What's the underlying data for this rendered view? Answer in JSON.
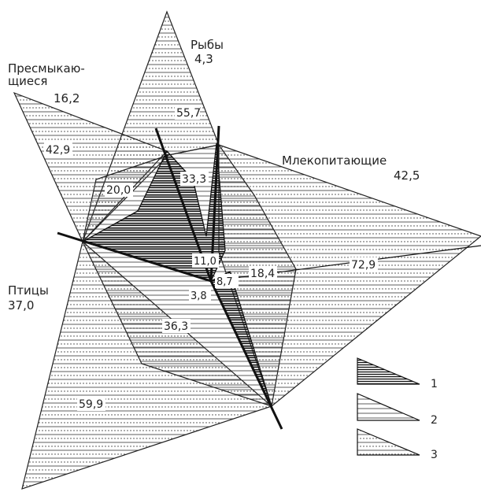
{
  "categories": [
    {
      "name": "Рыбы",
      "value": "4,3"
    },
    {
      "name_line1": "Пресмыкаю-",
      "name_line2": "щиеся",
      "value": "16,2"
    },
    {
      "name": "Млекопитающие",
      "value": "42,5"
    },
    {
      "name": "Птицы",
      "value": "37,0"
    }
  ],
  "values": {
    "fish_outer": "55,7",
    "reptile_outer": "42,9",
    "reptile_inner": "20,0",
    "fish_inner": "33,3",
    "mammal_outer": "72,9",
    "bird_outer": "59,9",
    "mammal_inner": "18,4",
    "bird_inner": "36,3",
    "center_a": "11,0",
    "center_b": "8,7",
    "center_c": "3,8"
  },
  "legend": {
    "items": [
      {
        "label": "1",
        "pattern": "dense-hatch"
      },
      {
        "label": "2",
        "pattern": "sparse-hatch"
      },
      {
        "label": "3",
        "pattern": "dotted-hatch"
      }
    ]
  },
  "colors": {
    "ink": "#222222",
    "paper": "#ffffff"
  }
}
